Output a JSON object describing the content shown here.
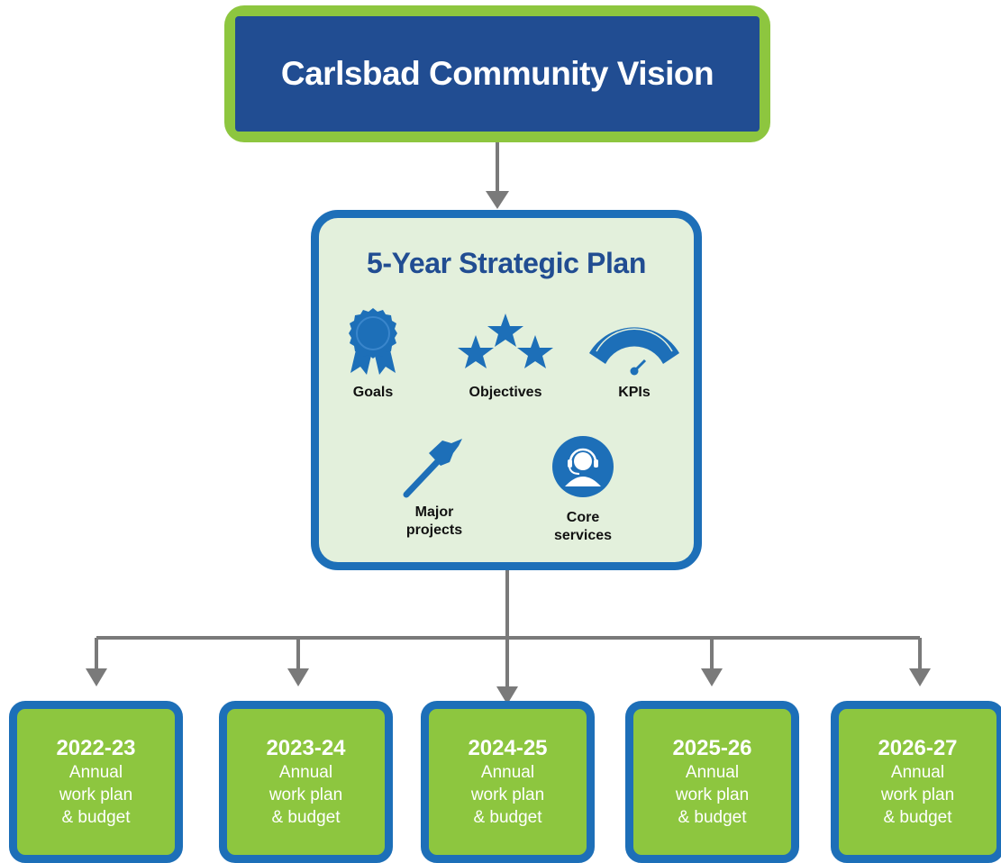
{
  "vision": {
    "title": "Carlsbad Community Vision"
  },
  "plan": {
    "title": "5-Year Strategic Plan",
    "items": [
      {
        "label": "Goals",
        "icon": "ribbon-badge-icon"
      },
      {
        "label": "Objectives",
        "icon": "stars-icon"
      },
      {
        "label": "KPIs",
        "icon": "gauge-icon"
      },
      {
        "label": "Major\nprojects",
        "icon": "hammer-icon"
      },
      {
        "label": "Core\nservices",
        "icon": "headset-person-icon"
      }
    ]
  },
  "years": [
    {
      "label": "2022-23",
      "line1": "Annual",
      "line2": "work plan",
      "line3": "& budget"
    },
    {
      "label": "2023-24",
      "line1": "Annual",
      "line2": "work plan",
      "line3": "& budget"
    },
    {
      "label": "2024-25",
      "line1": "Annual",
      "line2": "work plan",
      "line3": "& budget"
    },
    {
      "label": "2025-26",
      "line1": "Annual",
      "line2": "work plan",
      "line3": "& budget"
    },
    {
      "label": "2026-27",
      "line1": "Annual",
      "line2": "work plan",
      "line3": "& budget"
    }
  ],
  "colors": {
    "green": "#8dc63f",
    "navy": "#214d92",
    "blue": "#1d6fb8",
    "panel": "#e3f0dc",
    "connector": "#7a7a7a"
  }
}
